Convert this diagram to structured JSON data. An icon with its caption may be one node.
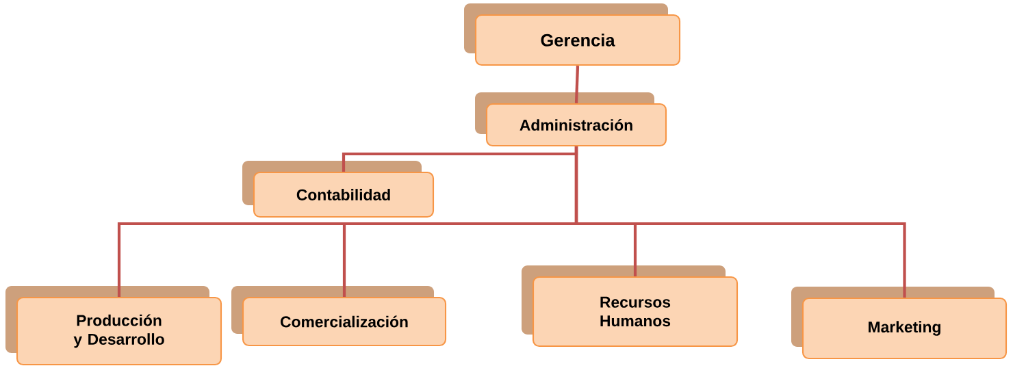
{
  "diagram": {
    "nodes": [
      {
        "text": [
          "Gerencia"
        ]
      },
      {
        "text": [
          "Administración"
        ]
      },
      {
        "text": [
          "Contabilidad"
        ]
      },
      {
        "text": [
          "Producción y Desarrollo"
        ]
      },
      {
        "text": [
          "Comercialización"
        ]
      },
      {
        "text": [
          "Recursos Humanos"
        ]
      },
      {
        "text": [
          "Marketing"
        ]
      }
    ],
    "edges": [
      {
        "from": 0,
        "to": 1,
        "arrow": "none"
      },
      {
        "from": 1,
        "to": 2,
        "arrow": "none"
      },
      {
        "from": 1,
        "to": 3,
        "arrow": "none"
      },
      {
        "from": 1,
        "to": 4,
        "arrow": "none"
      },
      {
        "from": 1,
        "to": 5,
        "arrow": "none"
      },
      {
        "from": 1,
        "to": 6,
        "arrow": "none"
      }
    ]
  }
}
